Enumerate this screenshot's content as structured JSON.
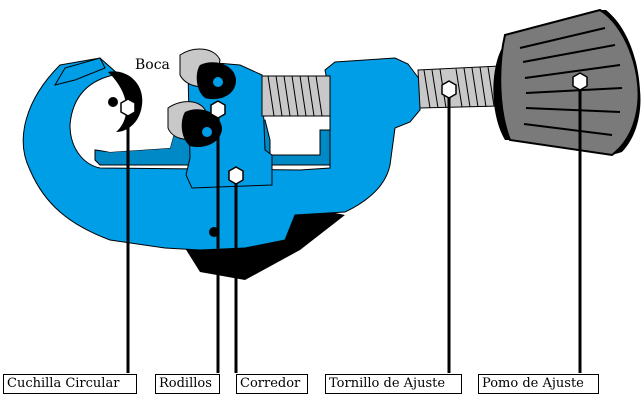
{
  "title_label": "Boca",
  "labels": {
    "cuchilla": "Cuchilla Circular",
    "rodillos": "Rodillos",
    "corredor": "Corredor",
    "tornillo": "Tornillo de Ajuste",
    "pomo": "Pomo de Ajuste"
  },
  "colors": {
    "body": "#009ee6",
    "body_dark": "#0089c7",
    "outline": "#000000",
    "screw": "#c8c8c8",
    "knob": "#7a7a7a",
    "marker": "#ffffff"
  }
}
